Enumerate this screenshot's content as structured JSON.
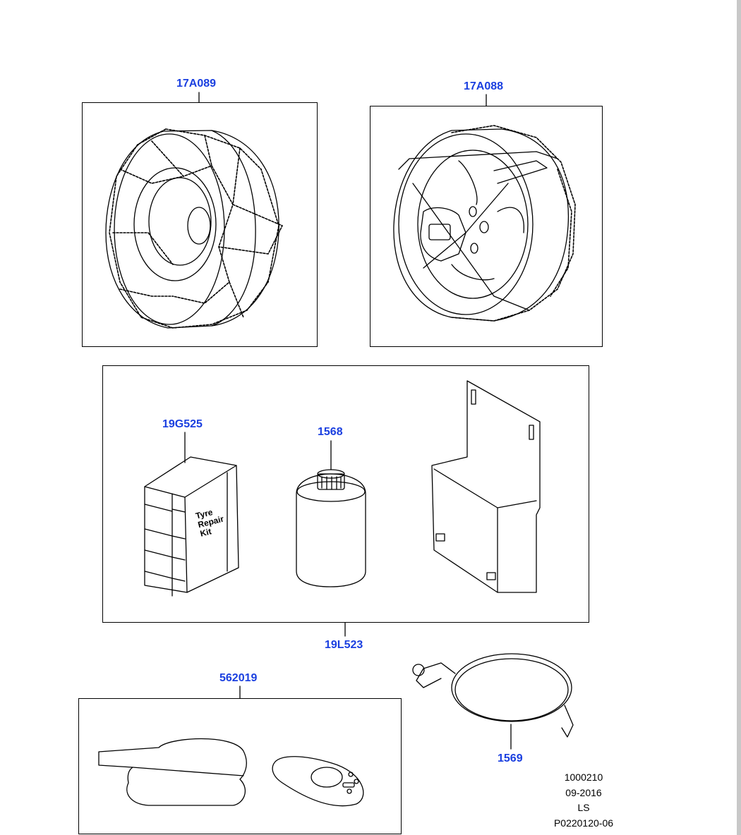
{
  "parts": {
    "snow_chain": "17A089",
    "snow_sock_chain": "17A088",
    "repair_kit_main": "19L523",
    "repair_kit_box": "19G525",
    "sealant_bottle": "1568",
    "inflator": "562019",
    "hose": "1569"
  },
  "box_text": [
    "Tyre",
    "Repair",
    "Kit"
  ],
  "meta": {
    "line1": "1000210",
    "line2": "09-2016",
    "line3": "LS",
    "line4": "P0220120-06"
  },
  "colors": {
    "callout": "#1a3fe0",
    "line": "#000000",
    "background": "#ffffff"
  }
}
